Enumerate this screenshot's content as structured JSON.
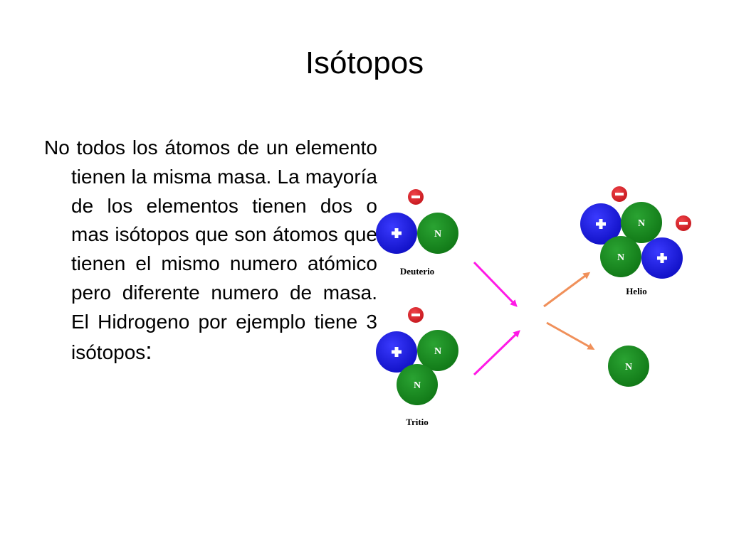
{
  "slide": {
    "title": "Isótopos",
    "body_text": "No todos los átomos de un elemento tienen la misma masa. La mayoría de los elementos tienen dos o mas isótopos que son átomos que tienen el mismo numero atómico pero diferente numero de masa. El Hidrogeno por ejemplo tiene 3 isótopos",
    "body_colon": ":"
  },
  "diagram": {
    "neutron_symbol": "N",
    "labels": {
      "deuterio": "Deuterio",
      "tritio": "Tritio",
      "helio": "Helio"
    },
    "colors": {
      "proton": "#1a1ad6",
      "neutron": "#168a1e",
      "electron": "#d8232a",
      "arrow_in": "#ff19e6",
      "arrow_out": "#f0905a"
    }
  }
}
